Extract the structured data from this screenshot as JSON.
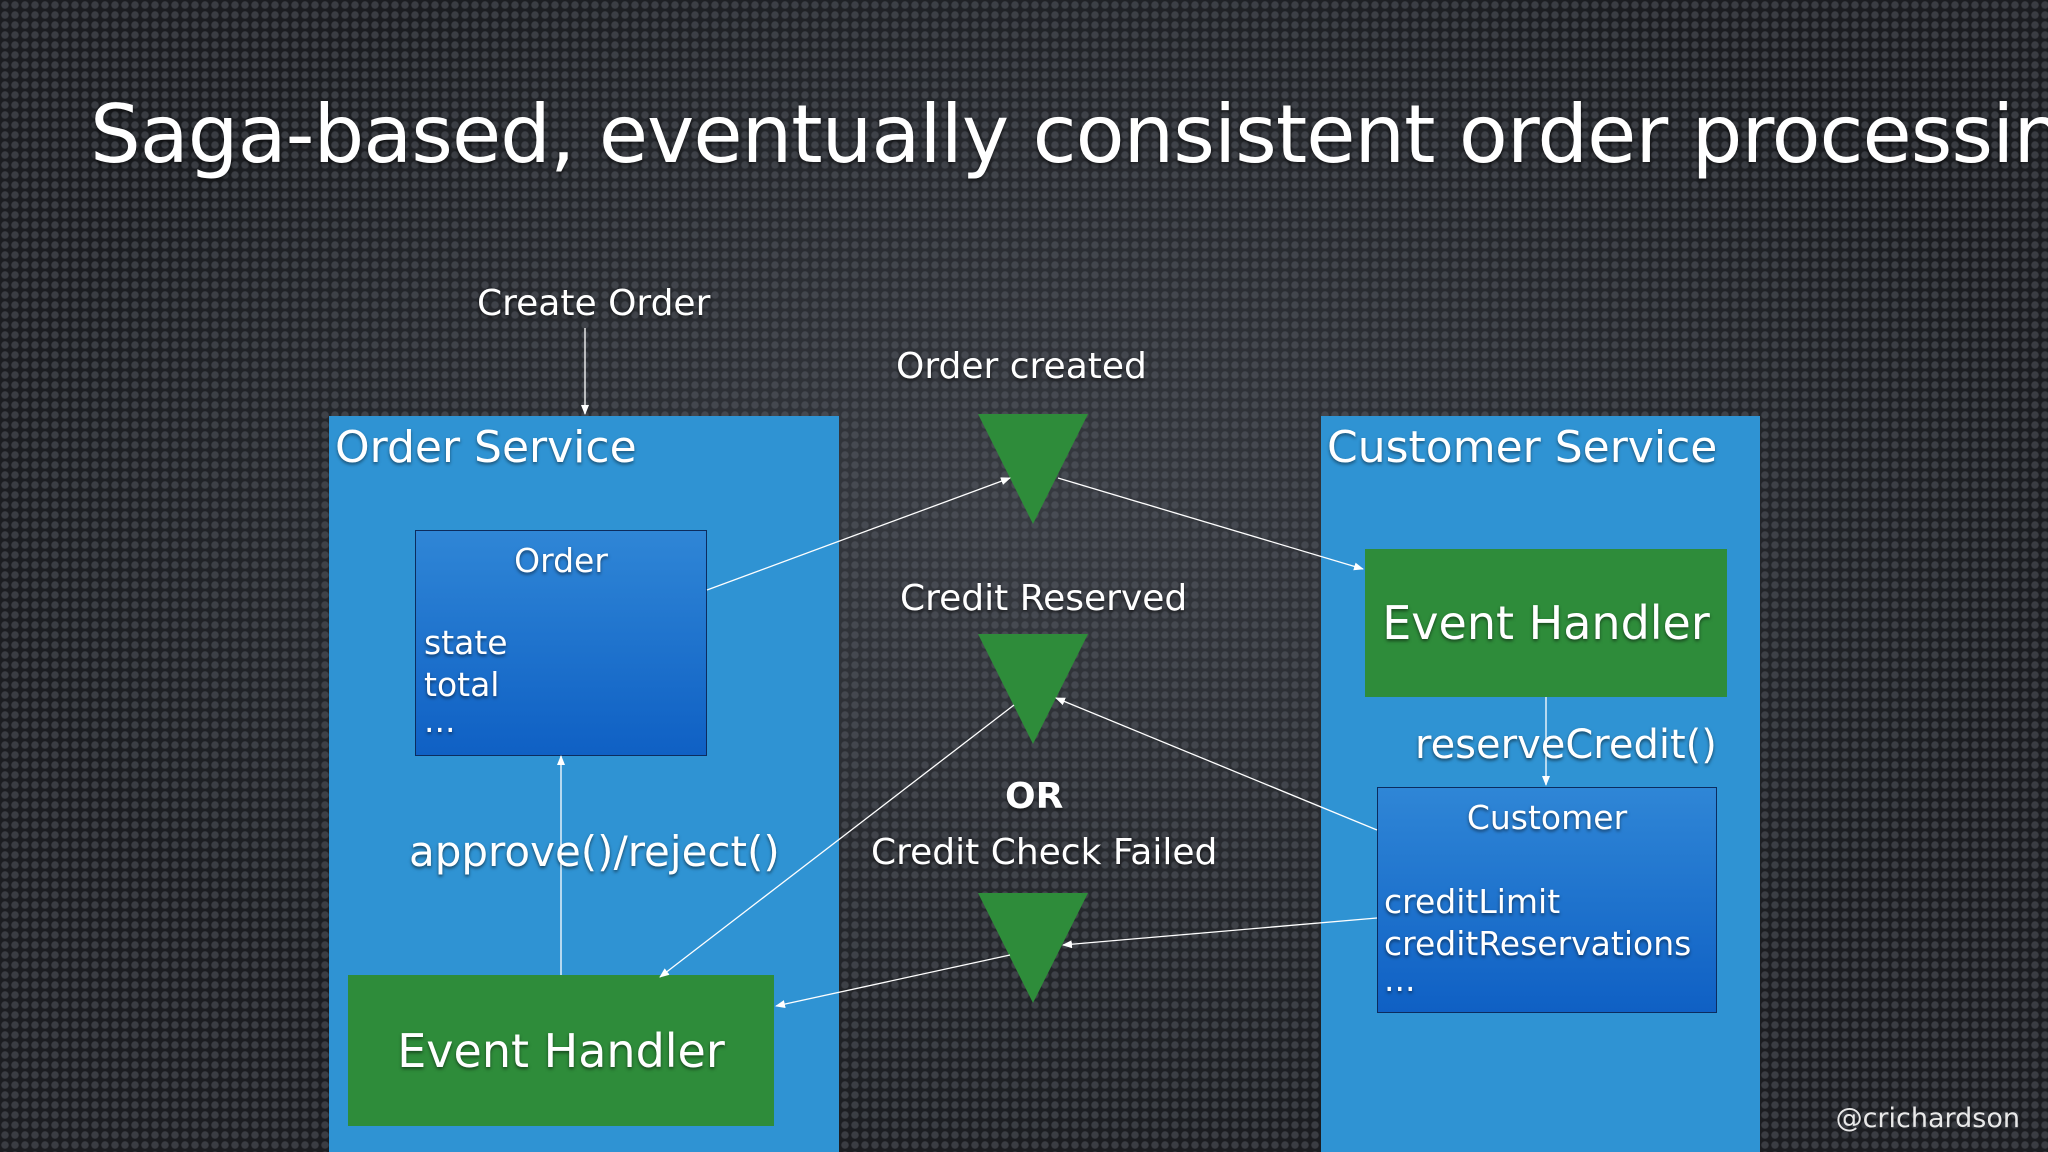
{
  "title": "Saga-based, eventually consistent order processing",
  "command_label": "Create Order",
  "order_service": {
    "title": "Order Service",
    "entity": {
      "name": "Order",
      "fields": [
        "state",
        "total",
        "..."
      ]
    },
    "event_handler": "Event Handler",
    "method_label": "approve()/reject()"
  },
  "customer_service": {
    "title": "Customer Service",
    "event_handler": "Event Handler",
    "method_label": "reserveCredit()",
    "entity": {
      "name": "Customer",
      "fields": [
        "creditLimit",
        "creditReservations",
        "..."
      ]
    }
  },
  "events": {
    "order_created": "Order created",
    "credit_reserved": "Credit Reserved",
    "or_label": "OR",
    "credit_check_failed": "Credit Check Failed"
  },
  "colors": {
    "service_fill": "#2f93d3",
    "entity_fill": "#0f60c4",
    "handler_fill": "#2e8c3a",
    "event_fill": "#2e8c3a"
  },
  "credit": "@crichardson"
}
